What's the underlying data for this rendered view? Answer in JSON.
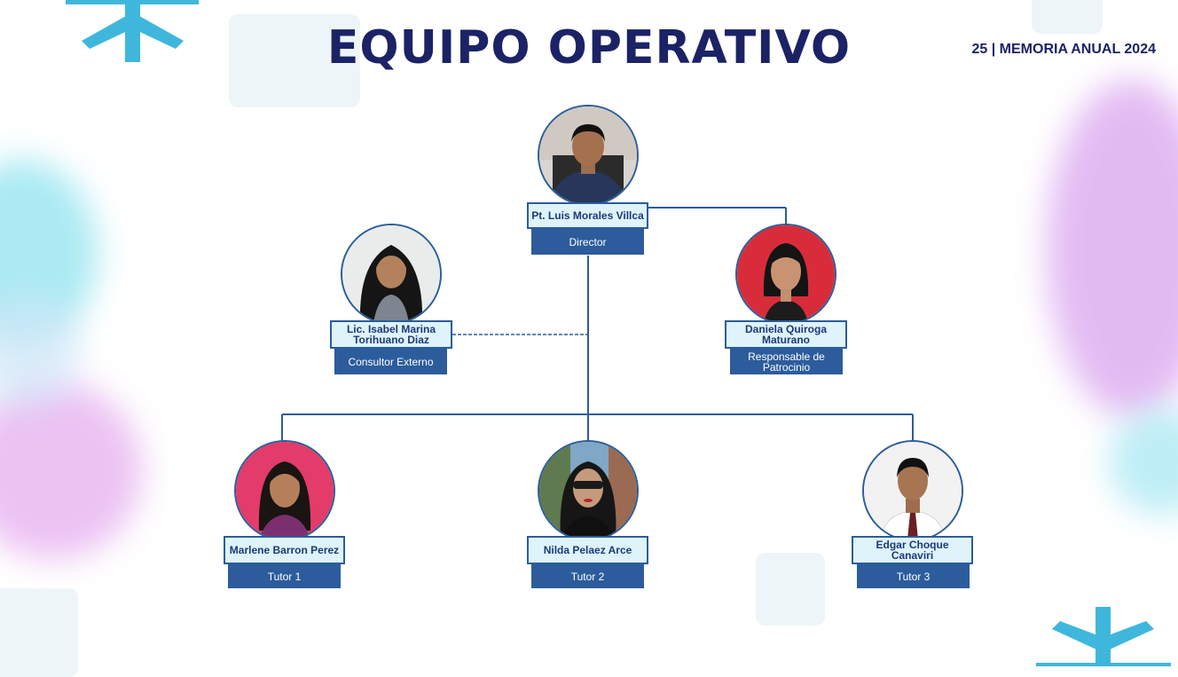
{
  "header": {
    "title": "EQUIPO OPERATIVO",
    "page_label": "25 | MEMORIA ANUAL 2024"
  },
  "colors": {
    "title": "#1b2366",
    "connector": "#2b5d9a",
    "name_box_bg": "#dff3fb",
    "role_box_bg": "#2c5c9c",
    "accent_star": "#3fb7dc"
  },
  "org": {
    "director": {
      "name": "Pt. Luis Morales Villca",
      "role": "Director",
      "photo": "man-dark-jacket"
    },
    "consultant": {
      "name": "Lic. Isabel Marina Torihuano Diaz",
      "role": "Consultor Externo",
      "photo": "woman-long-hair"
    },
    "sponsorship": {
      "name": "Daniela Quiroga Maturano",
      "role": "Responsable de Patrocinio",
      "photo": "woman-red-background"
    },
    "tutor1": {
      "name": "Marlene Barron Perez",
      "role": "Tutor 1",
      "photo": "woman-pink-background"
    },
    "tutor2": {
      "name": "Nilda Pelaez Arce",
      "role": "Tutor 2",
      "photo": "woman-sunglasses"
    },
    "tutor3": {
      "name": "Edgar Choque Canaviri",
      "role": "Tutor 3",
      "photo": "man-white-shirt-tie"
    }
  },
  "decorations": {
    "top_left": "asterisk-star-icon",
    "bottom_right": "asterisk-star-icon"
  }
}
